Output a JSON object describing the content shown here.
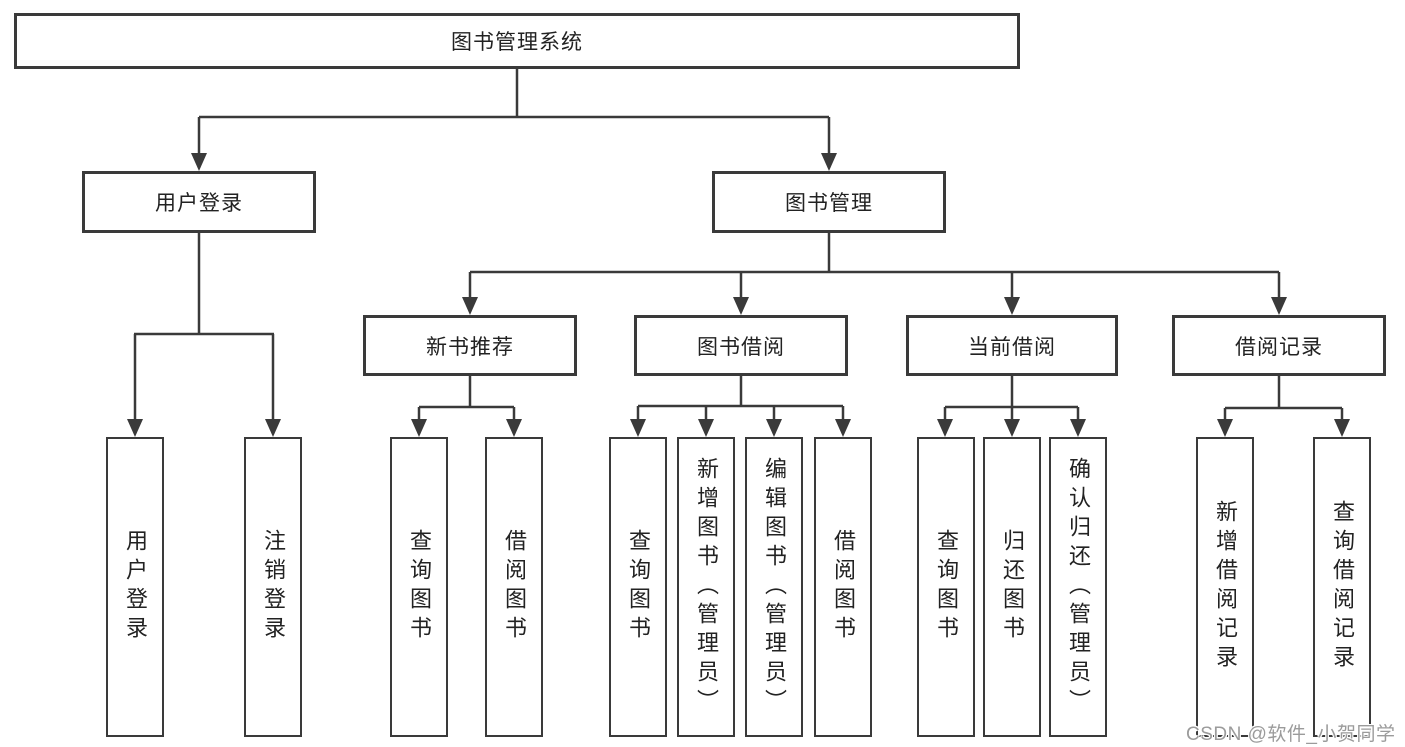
{
  "colors": {
    "line": "#3a3a3a",
    "box_border": "#3a3a3a",
    "text": "#222222",
    "watermark": "#9b9b9b",
    "background": "#ffffff"
  },
  "diagram": {
    "root": {
      "label": "图书管理系统"
    },
    "level2": [
      {
        "label": "用户登录",
        "children": [
          {
            "label": "用户登录"
          },
          {
            "label": "注销登录"
          }
        ]
      },
      {
        "label": "图书管理",
        "children": [
          {
            "label": "新书推荐",
            "children": [
              {
                "label": "查询图书"
              },
              {
                "label": "借阅图书"
              }
            ]
          },
          {
            "label": "图书借阅",
            "children": [
              {
                "label": "查询图书"
              },
              {
                "label": "新增图书（管理员）"
              },
              {
                "label": "编辑图书（管理员）"
              },
              {
                "label": "借阅图书"
              }
            ]
          },
          {
            "label": "当前借阅",
            "children": [
              {
                "label": "查询图书"
              },
              {
                "label": "归还图书"
              },
              {
                "label": "确认归还（管理员）"
              }
            ]
          },
          {
            "label": "借阅记录",
            "children": [
              {
                "label": "新增借阅记录"
              },
              {
                "label": "查询借阅记录"
              }
            ]
          }
        ]
      }
    ]
  },
  "watermark": {
    "text": "CSDN @软件_小贺同学"
  }
}
